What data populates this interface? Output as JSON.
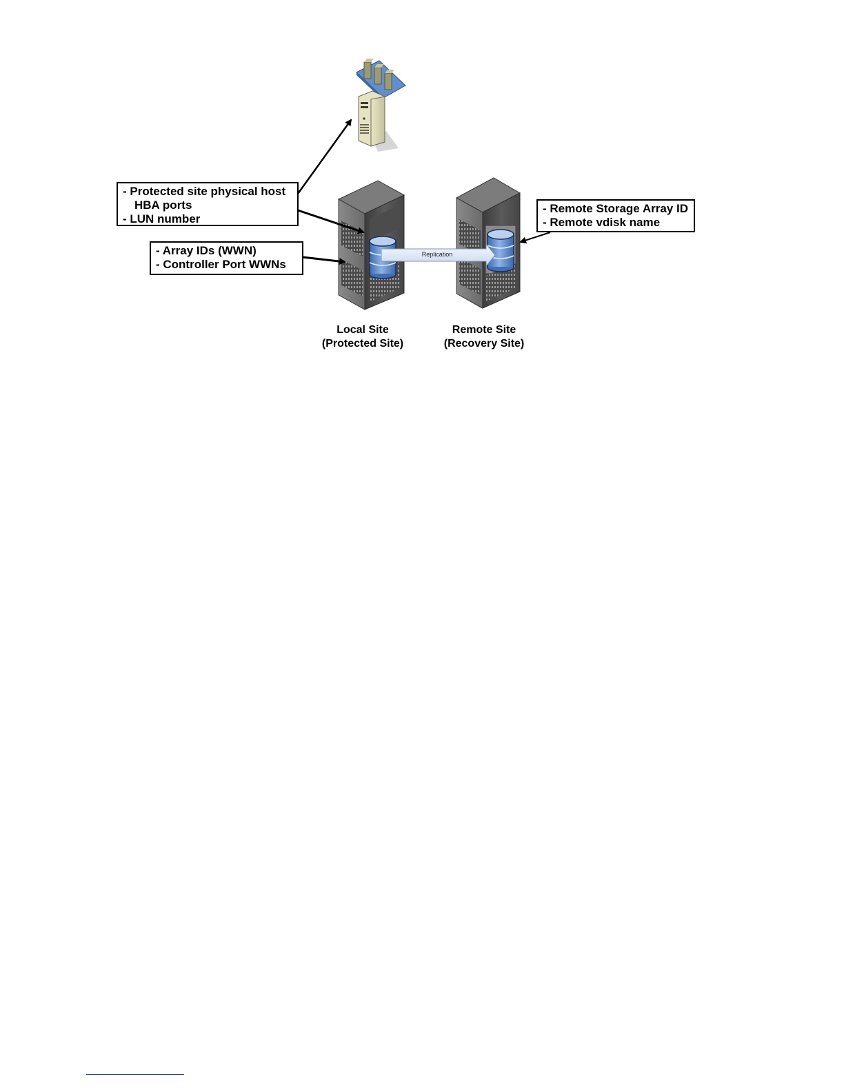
{
  "callouts": {
    "protected_host": {
      "lines": [
        "- Protected site physical host",
        "HBA ports",
        "- LUN number"
      ]
    },
    "array_ids": {
      "lines": [
        "- Array IDs (WWN)",
        "- Controller Port WWNs"
      ]
    },
    "remote_array": {
      "lines": [
        "- Remote Storage Array ID",
        "- Remote vdisk name"
      ]
    }
  },
  "replication": {
    "label": "Replication"
  },
  "sites": {
    "local": {
      "line1": "Local Site",
      "line2": "(Protected Site)"
    },
    "remote": {
      "line1": "Remote Site",
      "line2": "(Recovery Site)"
    }
  },
  "icons": {
    "host": "host-server-icon",
    "local_rack": "storage-rack-icon",
    "remote_rack": "storage-rack-icon",
    "local_disk": "database-cylinder-icon",
    "remote_disk": "database-cylinder-icon"
  },
  "colors": {
    "callout_border": "#000000",
    "disk_blue": "#6f96cf",
    "rack_gray": "#6a6a6a",
    "arrow_fill": "#dfe9f7",
    "footnote_rule": "#1f3fa6"
  }
}
